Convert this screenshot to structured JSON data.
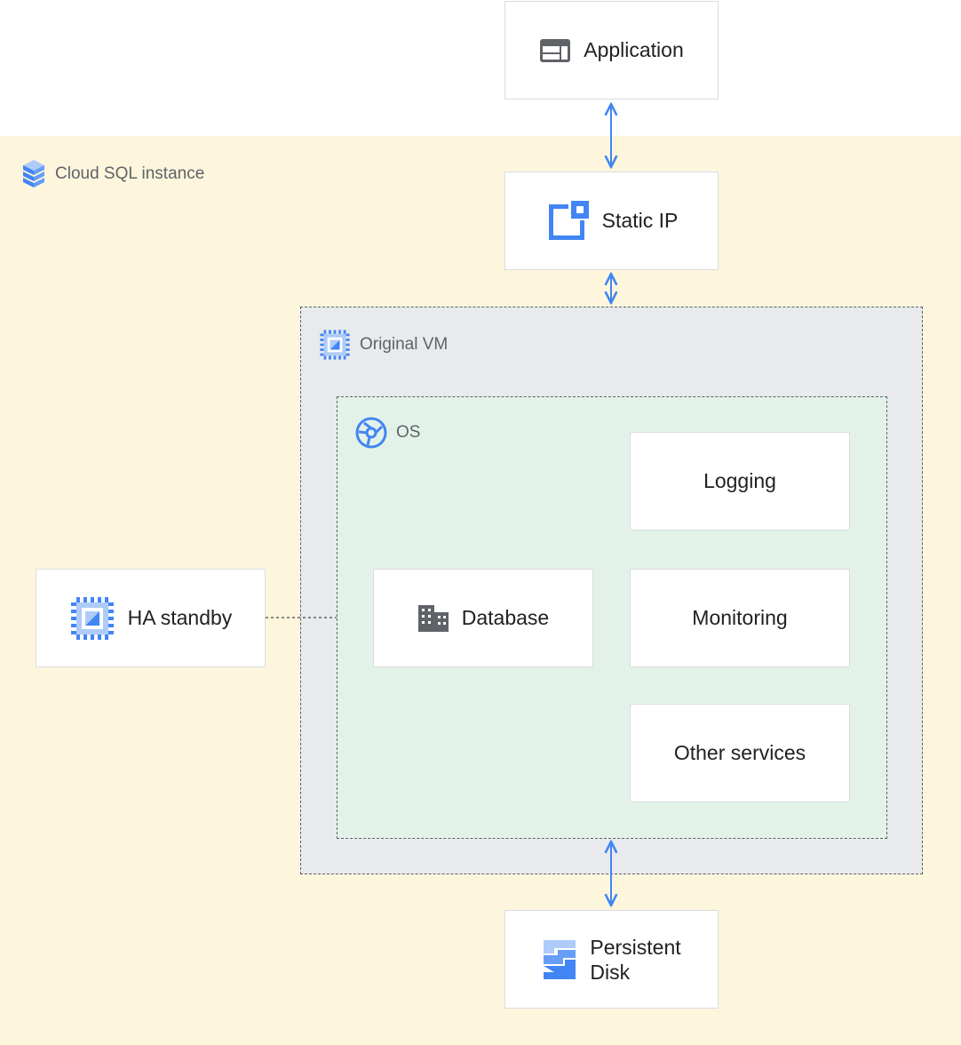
{
  "regions": {
    "cloud_sql": {
      "label": "Cloud SQL instance"
    },
    "original_vm": {
      "label": "Original VM"
    },
    "os": {
      "label": "OS"
    }
  },
  "nodes": {
    "application": {
      "label": "Application",
      "icon": "application-window-icon"
    },
    "static_ip": {
      "label": "Static IP",
      "icon": "static-ip-icon"
    },
    "ha_standby": {
      "label": "HA standby",
      "icon": "compute-chip-icon"
    },
    "database": {
      "label": "Database",
      "icon": "building-icon"
    },
    "logging": {
      "label": "Logging"
    },
    "monitoring": {
      "label": "Monitoring"
    },
    "other_services": {
      "label": "Other services"
    },
    "persistent_disk": {
      "label_line1": "Persistent",
      "label_line2": "Disk",
      "icon": "persistent-disk-icon"
    }
  },
  "colors": {
    "accent_blue": "#4285f4",
    "light_blue": "#aecbfa",
    "cloud_sql_bg": "#fdf6dd",
    "vm_bg": "#e8eaed",
    "os_bg": "#e3f2e9"
  }
}
